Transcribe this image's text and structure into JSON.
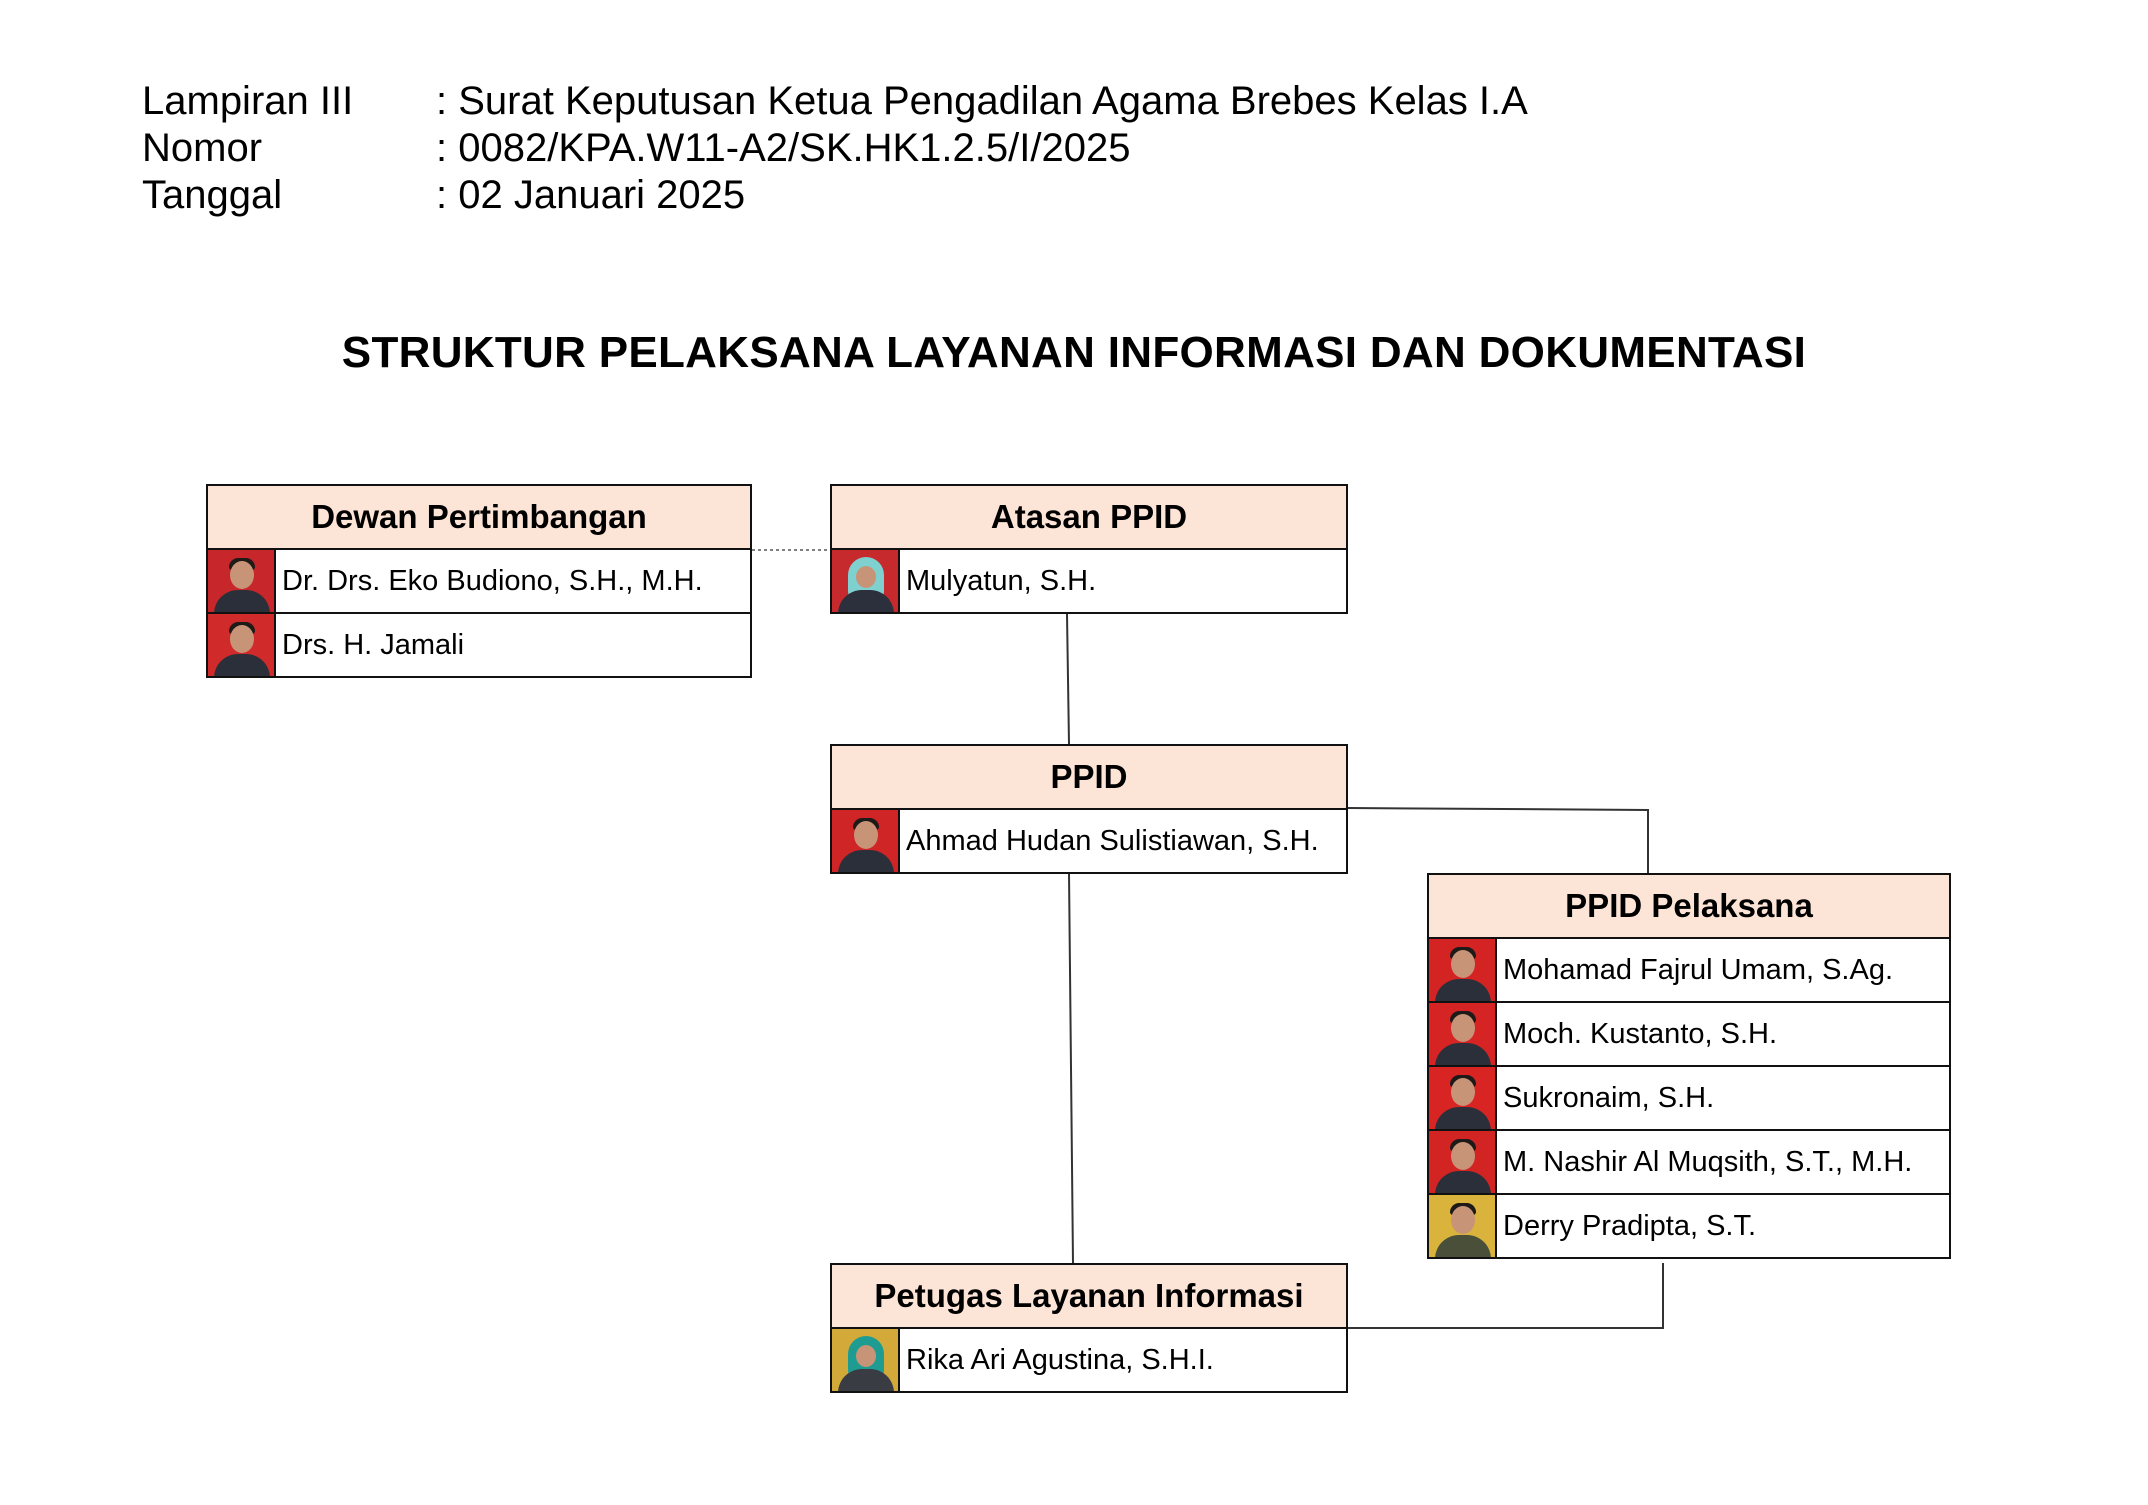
{
  "header": {
    "rows": [
      {
        "label": "Lampiran III",
        "value": ": Surat Keputusan Ketua Pengadilan Agama Brebes Kelas I.A"
      },
      {
        "label": "Nomor",
        "value": ": 0082/KPA.W11-A2/SK.HK1.2.5/I/2025"
      },
      {
        "label": "Tanggal",
        "value": ": 02 Januari 2025"
      }
    ]
  },
  "title": "STRUKTUR PELAKSANA LAYANAN INFORMASI DAN DOKUMENTASI",
  "colors": {
    "header_fill": "#fce4d6",
    "border": "#111111",
    "photo_red": "#d61f1f",
    "photo_yellow": "#d9b33c"
  },
  "boxes": {
    "dewan": {
      "heading": "Dewan Pertimbangan",
      "members": [
        {
          "name": "Dr. Drs. Eko Budiono, S.H., M.H.",
          "photo_bg": "#c7262a",
          "attire": "dark-suit"
        },
        {
          "name": "Drs. H. Jamali",
          "photo_bg": "#d12a2a",
          "attire": "dark-suit"
        }
      ]
    },
    "atasan": {
      "heading": "Atasan PPID",
      "members": [
        {
          "name": "Mulyatun, S.H.",
          "photo_bg": "#c62a2d",
          "attire": "hijab-light-blue"
        }
      ]
    },
    "ppid": {
      "heading": "PPID",
      "members": [
        {
          "name": "Ahmad Hudan Sulistiawan, S.H.",
          "photo_bg": "#cf2527",
          "attire": "dark-suit"
        }
      ]
    },
    "pelaksana": {
      "heading": "PPID Pelaksana",
      "members": [
        {
          "name": "Mohamad Fajrul Umam, S.Ag.",
          "photo_bg": "#d42323",
          "attire": "dark-suit"
        },
        {
          "name": "Moch. Kustanto, S.H.",
          "photo_bg": "#d62323",
          "attire": "dark-suit"
        },
        {
          "name": "Sukronaim, S.H.",
          "photo_bg": "#d92424",
          "attire": "dark-suit"
        },
        {
          "name": "M. Nashir Al Muqsith, S.T., M.H.",
          "photo_bg": "#d32424",
          "attire": "dark-suit"
        },
        {
          "name": "Derry Pradipta, S.T.",
          "photo_bg": "#d9b33c",
          "attire": "olive-uniform"
        }
      ]
    },
    "petugas": {
      "heading": "Petugas Layanan Informasi",
      "members": [
        {
          "name": "Rika Ari Agustina, S.H.I.",
          "photo_bg": "#d3a93a",
          "attire": "hijab-teal"
        }
      ]
    }
  }
}
